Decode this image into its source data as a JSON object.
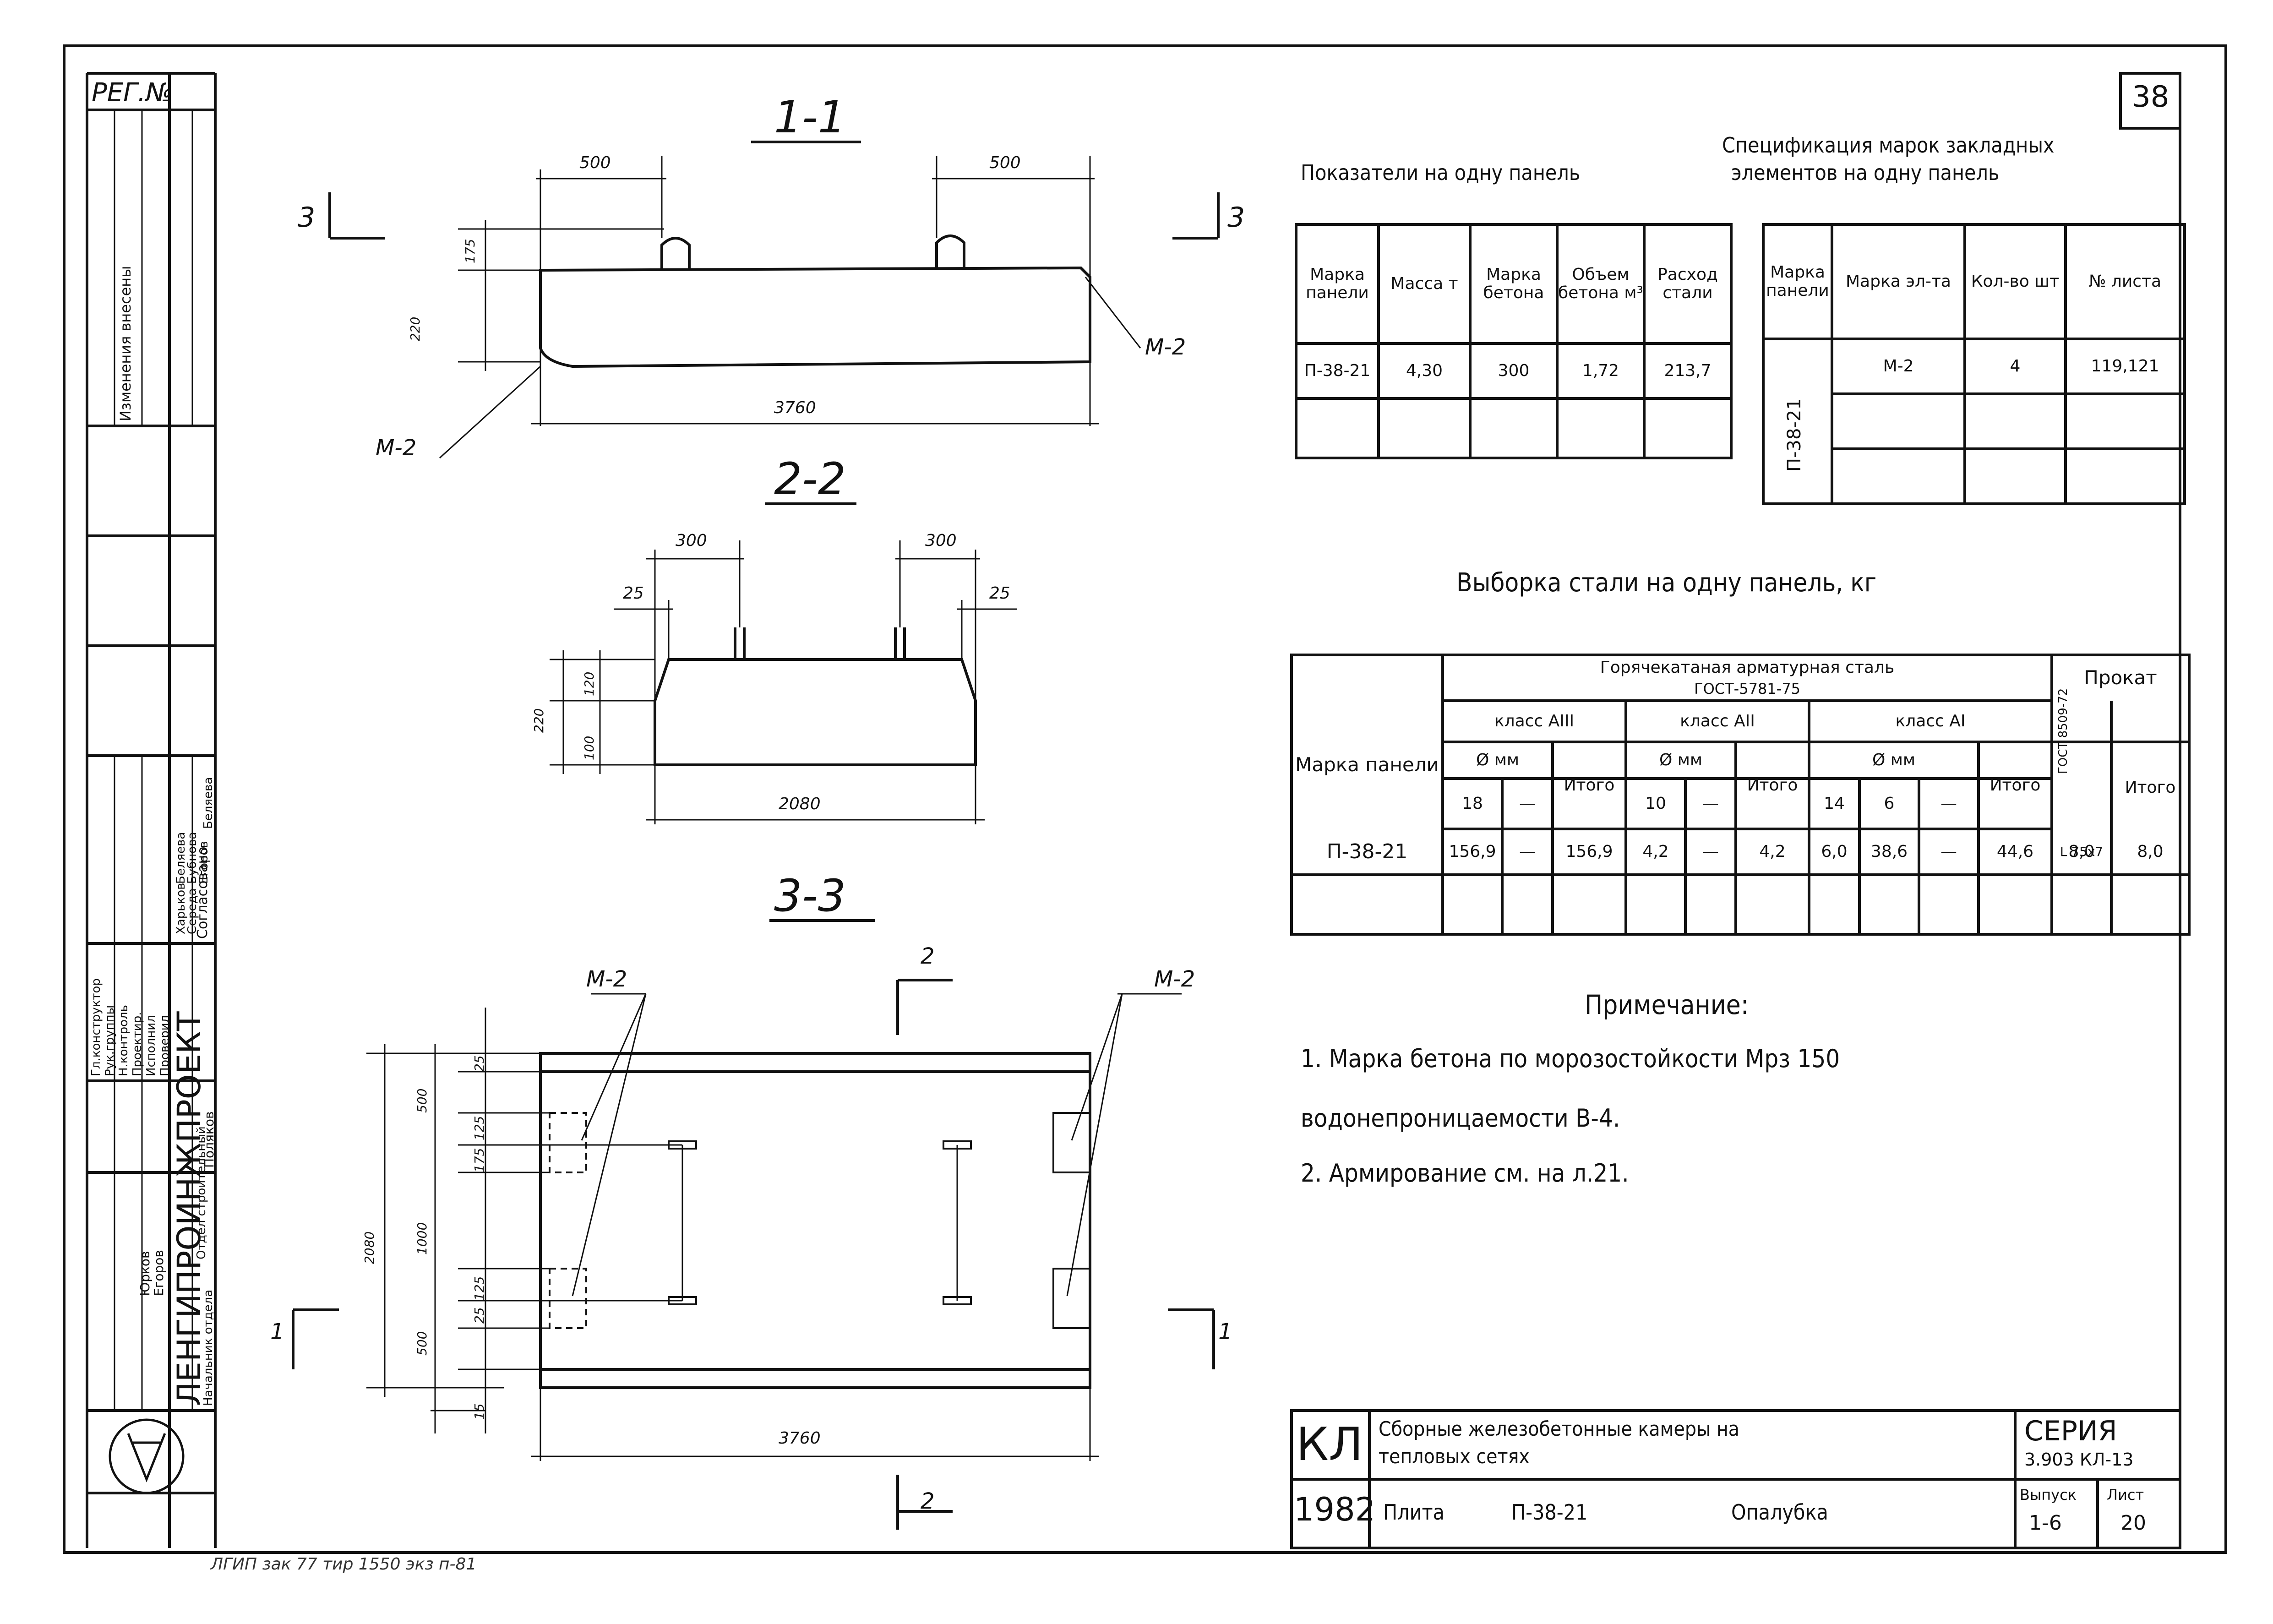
{
  "sheet": {
    "number": "38",
    "reg_label": "РЕГ.№"
  },
  "sections": {
    "s11": "1-1",
    "s22": "2-2",
    "s33": "3-3",
    "cut3": "3",
    "cut2": "2",
    "cut1": "1"
  },
  "dims": {
    "d500": "500",
    "d175": "175",
    "d220": "220",
    "d3760": "3760",
    "d300": "300",
    "d25": "25",
    "d120": "120",
    "d100": "100",
    "d2080": "2080",
    "d125": "125",
    "d1000": "1000",
    "d15": "15"
  },
  "marks": {
    "m2": "М-2"
  },
  "indicators": {
    "title": "Показатели на одну панель",
    "headers": [
      "Марка панели",
      "Масса т",
      "Марка бетона",
      "Объем бетона м³",
      "Расход стали"
    ],
    "row": [
      "П-38-21",
      "4,30",
      "300",
      "1,72",
      "213,7"
    ]
  },
  "spec": {
    "title_line1": "Спецификация марок закладных",
    "title_line2": "элементов на одну панель",
    "headers": [
      "Марка панели",
      "Марка эл-та",
      "Кол-во шт",
      "№ листа"
    ],
    "panel": "П-38-21",
    "row": [
      "М-2",
      "4",
      "119,121"
    ]
  },
  "steel": {
    "title": "Выборка стали на одну панель, кг",
    "col_panel": "Марка панели",
    "hot_rolled_line1": "Горячекатаная арматурная сталь",
    "hot_rolled_line2": "ГОСТ-5781-75",
    "prokat": "Прокат",
    "class3": "класс АIII",
    "class2": "класс АII",
    "class1": "класс АI",
    "dia_mm": "Ø мм",
    "itogo": "Итого",
    "gost_rot": "ГОСТ 8509-72",
    "angle": "L 75x7",
    "d18": "18",
    "d10": "10",
    "d14": "14",
    "d6": "6",
    "dash": "—",
    "row": [
      "П-38-21",
      "156,9",
      "—",
      "156,9",
      "4,2",
      "—",
      "4,2",
      "6,0",
      "38,6",
      "—",
      "44,6",
      "8,0",
      "8,0"
    ]
  },
  "notes": {
    "title": "Примечание:",
    "line1": "1. Марка бетона по морозостойкости Мрз 150",
    "line2": "водонепроницаемости В-4.",
    "line3": "2. Армирование см. на л.21."
  },
  "stamp": {
    "code": "КЛ",
    "title_line1": "Сборные железобетонные камеры на",
    "title_line2": "тепловых сетях",
    "year": "1982",
    "plate": "Плита",
    "plate_mark": "П-38-21",
    "opalubka": "Опалубка",
    "series_label": "СЕРИЯ",
    "series_value": "3.903 КЛ-13",
    "vypusk_label": "Выпуск",
    "vypusk_value": "1-6",
    "list_label": "Лист",
    "list_value": "20"
  },
  "side_block": {
    "org": "ЛЕНГИПРОИНЖПРОЕКТ",
    "changes": "Изменения внесены",
    "agreed": "Согласовано",
    "names": [
      "Харьков",
      "Середа",
      "Егоров",
      "Беляева",
      "Бубнова",
      "Беляева"
    ],
    "roles": [
      "Гл.конструктор",
      "Рук.группы",
      "Н.контроль",
      "Проектир.",
      "Исполнил",
      "Проверил"
    ],
    "chief": "Отдел строительный",
    "head": "Начальник отдела",
    "persons": [
      "Юрков",
      "Егоров",
      "Поляков"
    ]
  },
  "footer": {
    "stamp_text": "ЛГИП  зак 77  тир 1550  экз  п-81"
  }
}
